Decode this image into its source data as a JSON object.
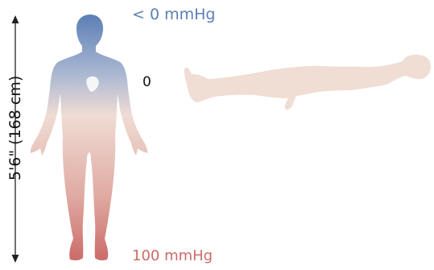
{
  "labels": {
    "top_pressure": "< 0 mmHg",
    "reference": "0",
    "bottom_pressure": "100 mmHg",
    "height": "5'6\" (168 cm)"
  },
  "colors": {
    "head": "#5b7fb4",
    "upper_body": "#aab7d2",
    "neutral": "#efdcd4",
    "legs": "#dfaaa2",
    "feet": "#cc6b69",
    "supine_body": "#f0ddd3",
    "top_label": "#5b7fb4",
    "bottom_label": "#cc6b69",
    "text": "#111111",
    "arrow": "#222222"
  },
  "icons": {
    "standing": "standing-person-icon",
    "supine": "supine-person-icon",
    "heart": "heart-icon"
  }
}
